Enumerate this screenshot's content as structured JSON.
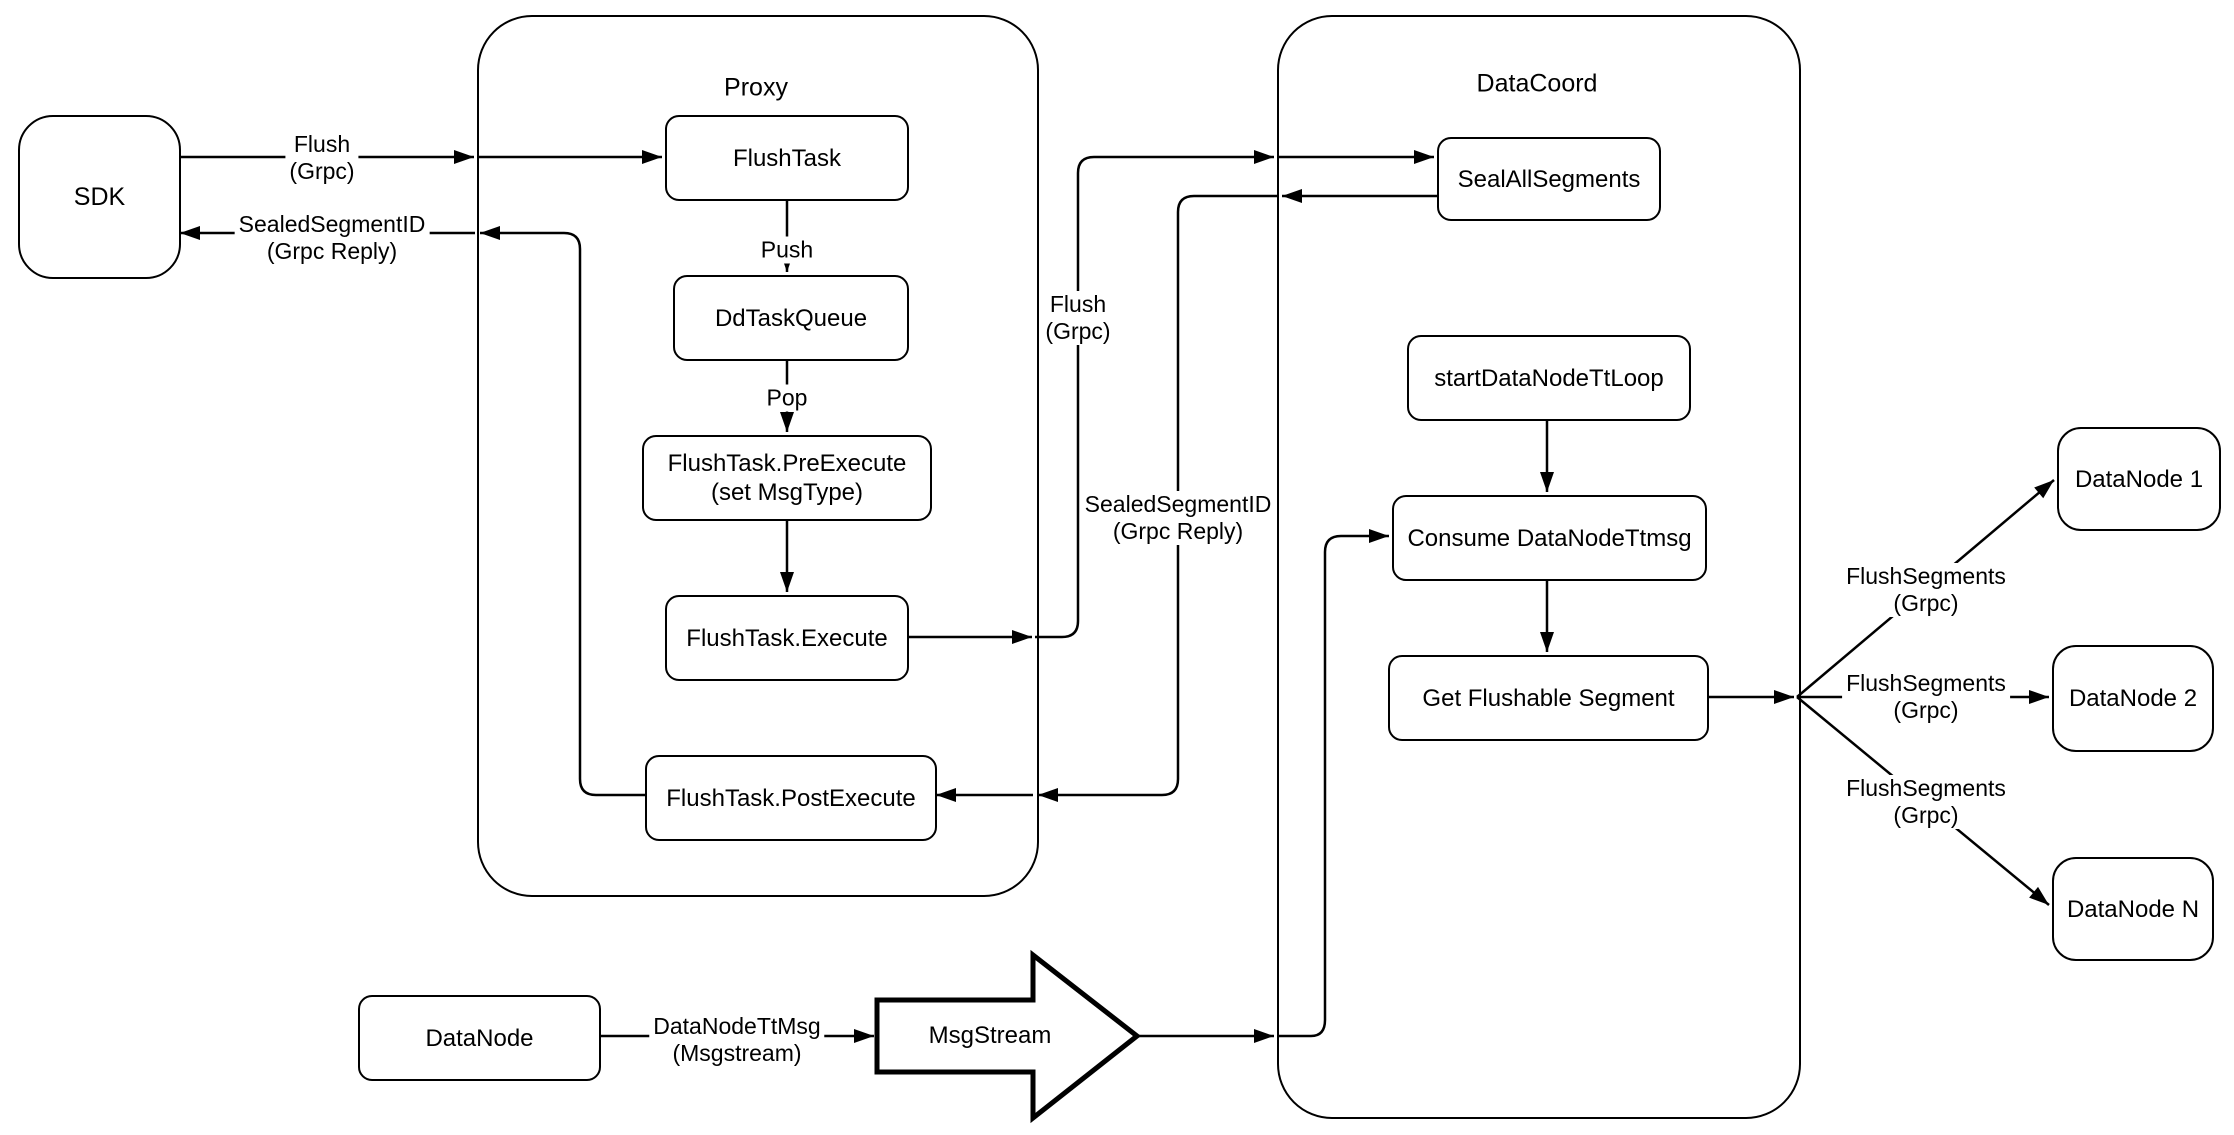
{
  "containers": {
    "proxy": {
      "title": "Proxy"
    },
    "datacoord": {
      "title": "DataCoord"
    }
  },
  "nodes": {
    "sdk": {
      "label": "SDK"
    },
    "flush_task": {
      "label": "FlushTask"
    },
    "dd_task_queue": {
      "label": "DdTaskQueue"
    },
    "pre_execute": {
      "line1": "FlushTask.PreExecute",
      "line2": "(set MsgType)"
    },
    "execute": {
      "label": "FlushTask.Execute"
    },
    "post_execute": {
      "label": "FlushTask.PostExecute"
    },
    "seal_all_segments": {
      "label": "SealAllSegments"
    },
    "start_data_node_tt_loop": {
      "label": "startDataNodeTtLoop"
    },
    "consume_data_node_ttmsg": {
      "label": "Consume DataNodeTtmsg"
    },
    "get_flushable_segment": {
      "label": "Get Flushable Segment"
    },
    "data_node": {
      "label": "DataNode"
    },
    "msg_stream": {
      "label": "MsgStream"
    },
    "data_node_1": {
      "label": "DataNode 1"
    },
    "data_node_2": {
      "label": "DataNode 2"
    },
    "data_node_n": {
      "label": "DataNode N"
    }
  },
  "edge_labels": {
    "flush_sdk": {
      "line1": "Flush",
      "line2": "(Grpc)"
    },
    "sealed_sdk": {
      "line1": "SealedSegmentID",
      "line2": "(Grpc Reply)"
    },
    "push": {
      "label": "Push"
    },
    "pop": {
      "label": "Pop"
    },
    "flush_mid": {
      "line1": "Flush",
      "line2": "(Grpc)"
    },
    "sealed_mid": {
      "line1": "SealedSegmentID",
      "line2": "(Grpc Reply)"
    },
    "data_node_tt_msg": {
      "line1": "DataNodeTtMsg",
      "line2": "(Msgstream)"
    },
    "flush_segments_1": {
      "line1": "FlushSegments",
      "line2": "(Grpc)"
    },
    "flush_segments_2": {
      "line1": "FlushSegments",
      "line2": "(Grpc)"
    },
    "flush_segments_3": {
      "line1": "FlushSegments",
      "line2": "(Grpc)"
    }
  },
  "colors": {
    "stroke": "#000000",
    "background": "#ffffff"
  }
}
